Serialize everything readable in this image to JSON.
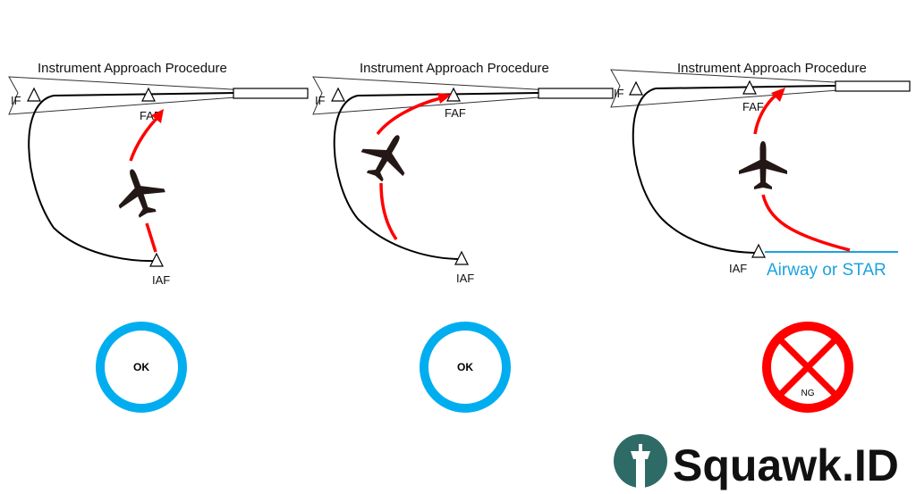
{
  "colors": {
    "route_red": "#ff0000",
    "ok_blue": "#00aeef",
    "ng_red": "#ff0000",
    "airway_blue": "#1aa3e0",
    "brand_teal": "#2f6b66"
  },
  "panels": [
    {
      "title": "Instrument Approach Procedure",
      "if_label": "IF",
      "faf_label": "FAF",
      "iaf_label": "IAF",
      "status": "OK"
    },
    {
      "title": "Instrument Approach Procedure",
      "if_label": "IF",
      "faf_label": "FAF",
      "iaf_label": "IAF",
      "status": "OK"
    },
    {
      "title": "Instrument Approach Procedure",
      "if_label": "IF",
      "faf_label": "FAF",
      "iaf_label": "IAF",
      "airway_label": "Airway or STAR",
      "status": "NG"
    }
  ],
  "brand": {
    "name": "Squawk.ID",
    "icon": "control-tower-icon"
  }
}
